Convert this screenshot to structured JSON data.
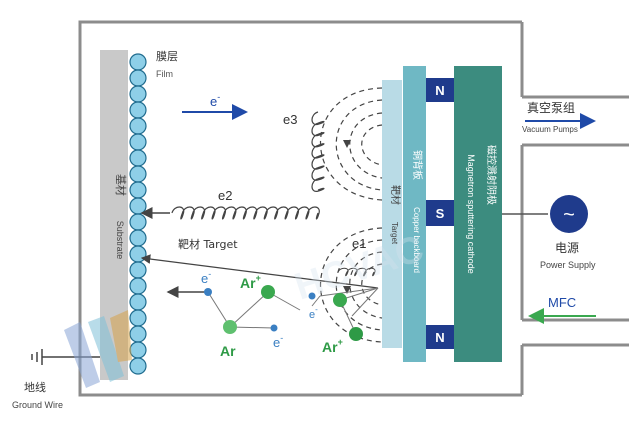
{
  "labels": {
    "film_cn": "膜层",
    "film_en": "Film",
    "substrate_cn": "基材",
    "substrate_en": "Substrate",
    "electron_top": "e",
    "electron_sup": "-",
    "e3": "e3",
    "e2": "e2",
    "e1": "e1",
    "target_arrow_label": "靶材 Target",
    "target_cn": "靶材",
    "target_en": "Target",
    "backplate_cn": "铜背板",
    "backplate_en": "Copper backboard",
    "cathode_cn": "磁控溅射阴极",
    "cathode_en": "Magnetron sputtering cathode",
    "magnet_north": "N",
    "magnet_south": "S",
    "vacuum_cn": "真空泵组",
    "vacuum_en": "Vacuum Pumps",
    "power_cn": "电源",
    "power_en": "Power Supply",
    "power_symbol": "~",
    "mfc": "MFC",
    "ground_cn": "地线",
    "ground_en": "Ground Wire",
    "ar": "Ar",
    "ar_plus_sup": "+",
    "e_minus_small": "e",
    "minus_sup": "-",
    "watermark": "HCVAC"
  },
  "colors": {
    "chamber": "#8c8c8c",
    "substrate": "#c9c9c9",
    "ball": "#8ecfe8",
    "ball_edge": "#1f6b8e",
    "target": "#b9dbe6",
    "backplate": "#6fb8c4",
    "cathode": "#3c8c7f",
    "magnet": "#1f3b8c",
    "arrow_blue": "#1f4aa8",
    "green": "#3aa84f",
    "ion_blue": "#3a7fc2",
    "dark": "#333333"
  }
}
